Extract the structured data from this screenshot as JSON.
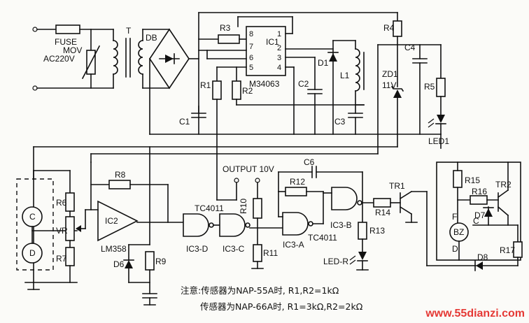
{
  "power_supply": {
    "fuse": "FUSE",
    "mains": "AC220V",
    "mov": "MOV",
    "transformer": "T",
    "bridge": "DB",
    "regulator_ic": "IC1",
    "regulator_part": "M34063",
    "pins_left": [
      "8",
      "7",
      "6",
      "5"
    ],
    "pins_right": [
      "1",
      "2",
      "3",
      "4"
    ],
    "r1": "R1",
    "r2": "R2",
    "r3": "R3",
    "r4": "R4",
    "r5": "R5",
    "c1": "C1",
    "c2": "C2",
    "c3": "C3",
    "c4": "C4",
    "d1": "D1",
    "l1": "L1",
    "zd1": "ZD1",
    "zd1_value": "11V",
    "led1": "LED1"
  },
  "sensor": {
    "c_node": "C",
    "d_node": "D",
    "r6": "R6",
    "r7": "R7",
    "vr": "VR",
    "r8": "R8",
    "r9": "R9",
    "d6": "D6",
    "opamp": "IC2",
    "opamp_part": "LM358"
  },
  "logic": {
    "output_label": "OUTPUT  10V",
    "gate_family_1": "TC4011",
    "gate_family_2": "TC4011",
    "gate_d": "IC3-D",
    "gate_c": "IC3-C",
    "gate_a": "IC3-A",
    "gate_b": "IC3-B",
    "r10": "R10",
    "r11": "R11",
    "r12": "R12",
    "r13": "R13",
    "r14": "R14",
    "c6": "C6",
    "led_r": "LED-R"
  },
  "driver": {
    "tr1": "TR1",
    "tr2": "TR2",
    "r15": "R15",
    "r16": "R16",
    "r17": "R17",
    "d7": "D7",
    "d8": "D8",
    "bz": "BZ",
    "bz_f": "F",
    "bz_c": "C",
    "bz_d": "D"
  },
  "notes": {
    "line1": "注意:传感器为NAP-55A时, R1,R2=1kΩ",
    "line2": "传感器为NAP-66A时, R1=3kΩ,R2=2kΩ"
  },
  "watermark": "www.55dianzi.com",
  "colors": {
    "line": "#111111",
    "paper": "#fbfbf8",
    "watermark": "#e53935"
  }
}
